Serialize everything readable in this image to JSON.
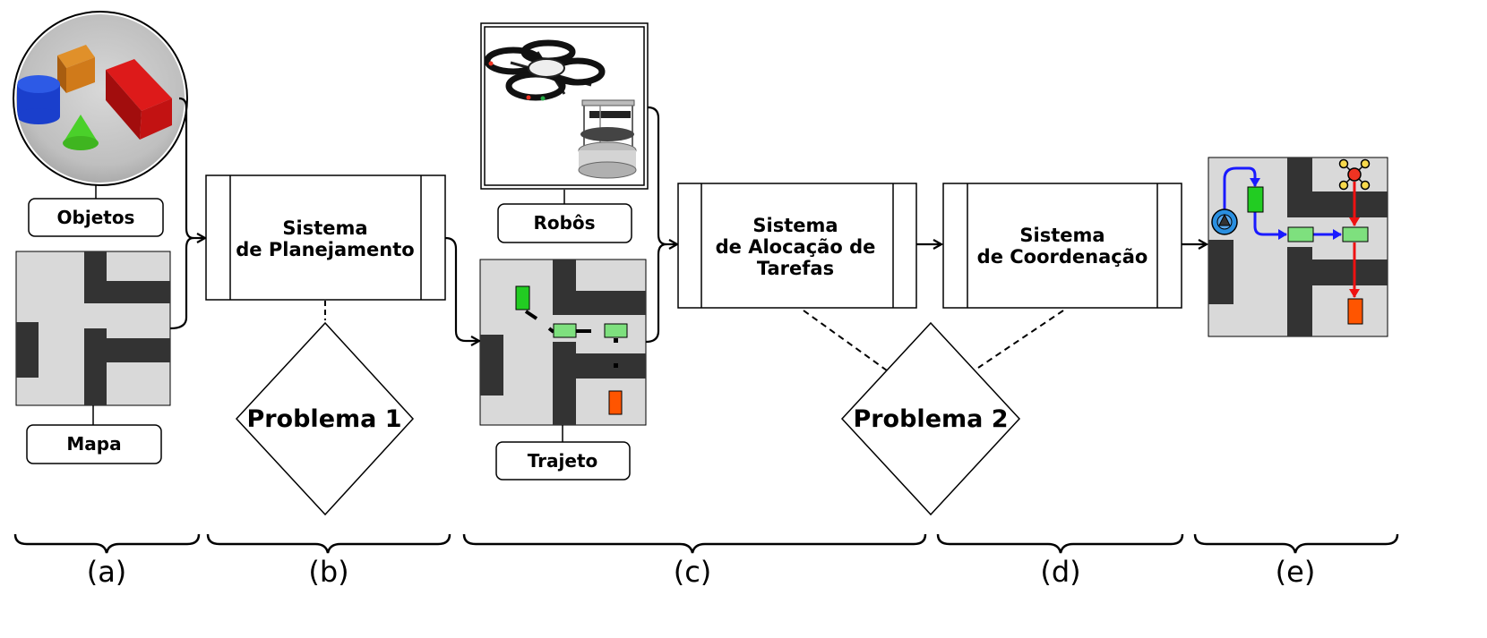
{
  "inputs": {
    "objects_label": "Objetos",
    "map_label": "Mapa",
    "robots_label": "Robôs",
    "path_label": "Trajeto"
  },
  "systems": {
    "planning": [
      "Sistema",
      "de Planejamento"
    ],
    "allocation": [
      "Sistema",
      "de Alocação de",
      "Tarefas"
    ],
    "coordination": [
      "Sistema",
      "de Coordenação"
    ]
  },
  "problems": {
    "p1": "Problema 1",
    "p2": "Problema 2"
  },
  "stages": [
    "(a)",
    "(b)",
    "(c)",
    "(d)",
    "(e)"
  ],
  "colors": {
    "map_floor": "#d9d9d9",
    "wall": "#333333",
    "task_green": "#7ee07e",
    "robot_green": "#22cc22",
    "goal_orange": "#ff5500",
    "path_blue": "#1a1aff",
    "path_red": "#ee1111",
    "robot_blue": "#2a8fe0",
    "drone_node": "#f7d94c",
    "drone_center": "#ee3322"
  }
}
